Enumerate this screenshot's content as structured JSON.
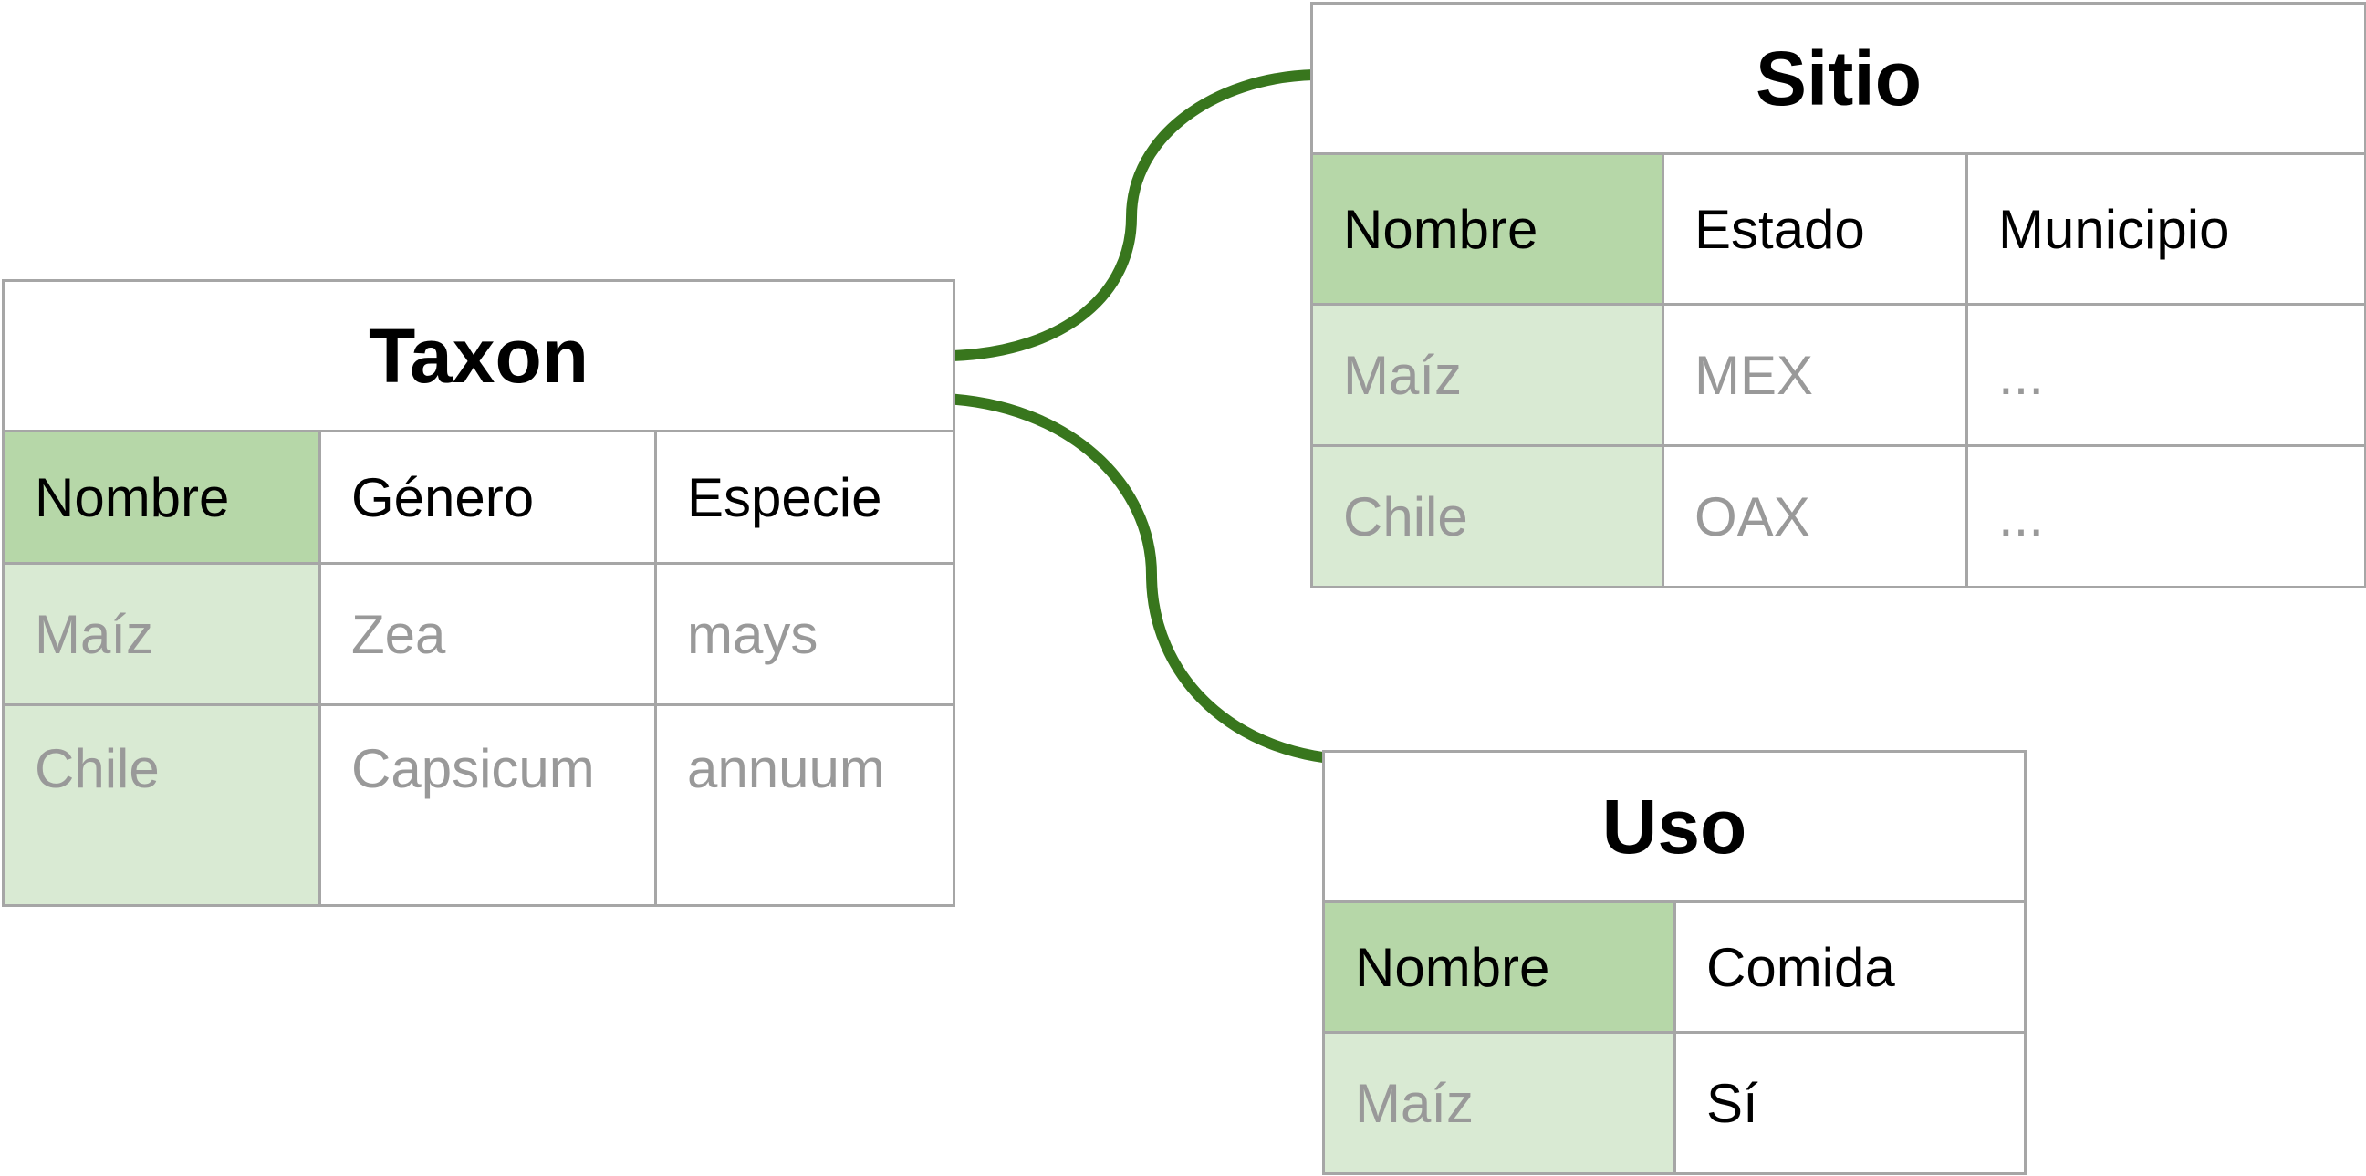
{
  "colors": {
    "connector": "#38761d",
    "key_header_bg": "#b6d7a8",
    "key_cell_bg": "#d9ead3",
    "border": "#a6a6a6",
    "muted_text": "#999999"
  },
  "tables": {
    "taxon": {
      "title": "Taxon",
      "headers": [
        "Nombre",
        "Género",
        "Especie"
      ],
      "rows": [
        [
          "Maíz",
          "Zea",
          "mays"
        ],
        [
          "Chile",
          "Capsicum",
          "annuum"
        ]
      ]
    },
    "sitio": {
      "title": "Sitio",
      "headers": [
        "Nombre",
        "Estado",
        "Municipio"
      ],
      "rows": [
        [
          "Maíz",
          "MEX",
          "..."
        ],
        [
          "Chile",
          "OAX",
          "..."
        ]
      ]
    },
    "uso": {
      "title": "Uso",
      "headers": [
        "Nombre",
        "Comida"
      ],
      "rows": [
        [
          "Maíz",
          "Sí"
        ]
      ]
    }
  }
}
